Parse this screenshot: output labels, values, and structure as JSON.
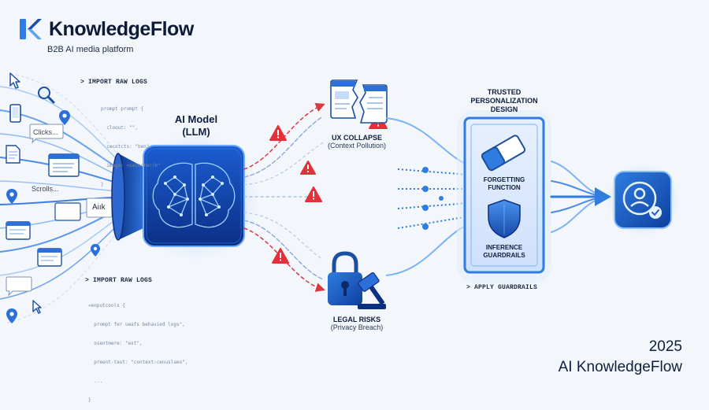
{
  "brand": {
    "name": "KnowledgeFlow",
    "tagline": "B2B AI media platform"
  },
  "inputs": {
    "command_top": "> IMPORT RAW LOGS",
    "code_top": [
      "prompt prompt {",
      "  cloout: \"\",",
      "  cecotcts: \"ben\",",
      "  image: <secocter/b\"",
      "}"
    ],
    "label_clicks": "Clicks...",
    "label_scrolls": "Scrolls...",
    "ai_card": "Aiık",
    "command_bottom": "> IMPORT RAW LOGS",
    "code_bottom": [
      "»enputcools {",
      "  prompt fer ueafs behavied logs\",",
      "  osentmere: \"ext\",",
      "  preent-tast: \"context:cenuslaes\",",
      "  ...",
      "}"
    ]
  },
  "model": {
    "line1": "AI Model",
    "line2": "(LLM)"
  },
  "outcomes": {
    "ux_title": "UX COLLAPSE",
    "ux_subtitle": "(Context Pollution)",
    "legal_title": "LEGAL RISKS",
    "legal_subtitle": "(Privacy Breach)"
  },
  "design": {
    "title_line1": "TRUSTED",
    "title_line2": "PERSONALIZATION",
    "title_line3": "DESIGN",
    "forgetting_line1": "FORGETTING",
    "forgetting_line2": "FUNCTION",
    "guardrails_line1": "INFERENCE",
    "guardrails_line2": "GUARDRAILS",
    "command": "> APPLY GUARDRAILS"
  },
  "footer": {
    "year": "2025",
    "name": "AI KnowledgeFlow"
  },
  "colors": {
    "accent": "#2f7de1",
    "deep": "#1f5fc4",
    "warning": "#e3303a",
    "ink": "#0f1f3d"
  },
  "icons": [
    "knowledgeflow-logo-icon",
    "cursor-icon",
    "magnifier-icon",
    "smartphone-icon",
    "location-pin-icon",
    "document-icon",
    "browser-window-icon",
    "chat-bubble-icon",
    "brain-icon",
    "warning-icon",
    "broken-window-icon",
    "padlock-icon",
    "gavel-icon",
    "eraser-icon",
    "shield-icon",
    "verified-user-icon"
  ]
}
